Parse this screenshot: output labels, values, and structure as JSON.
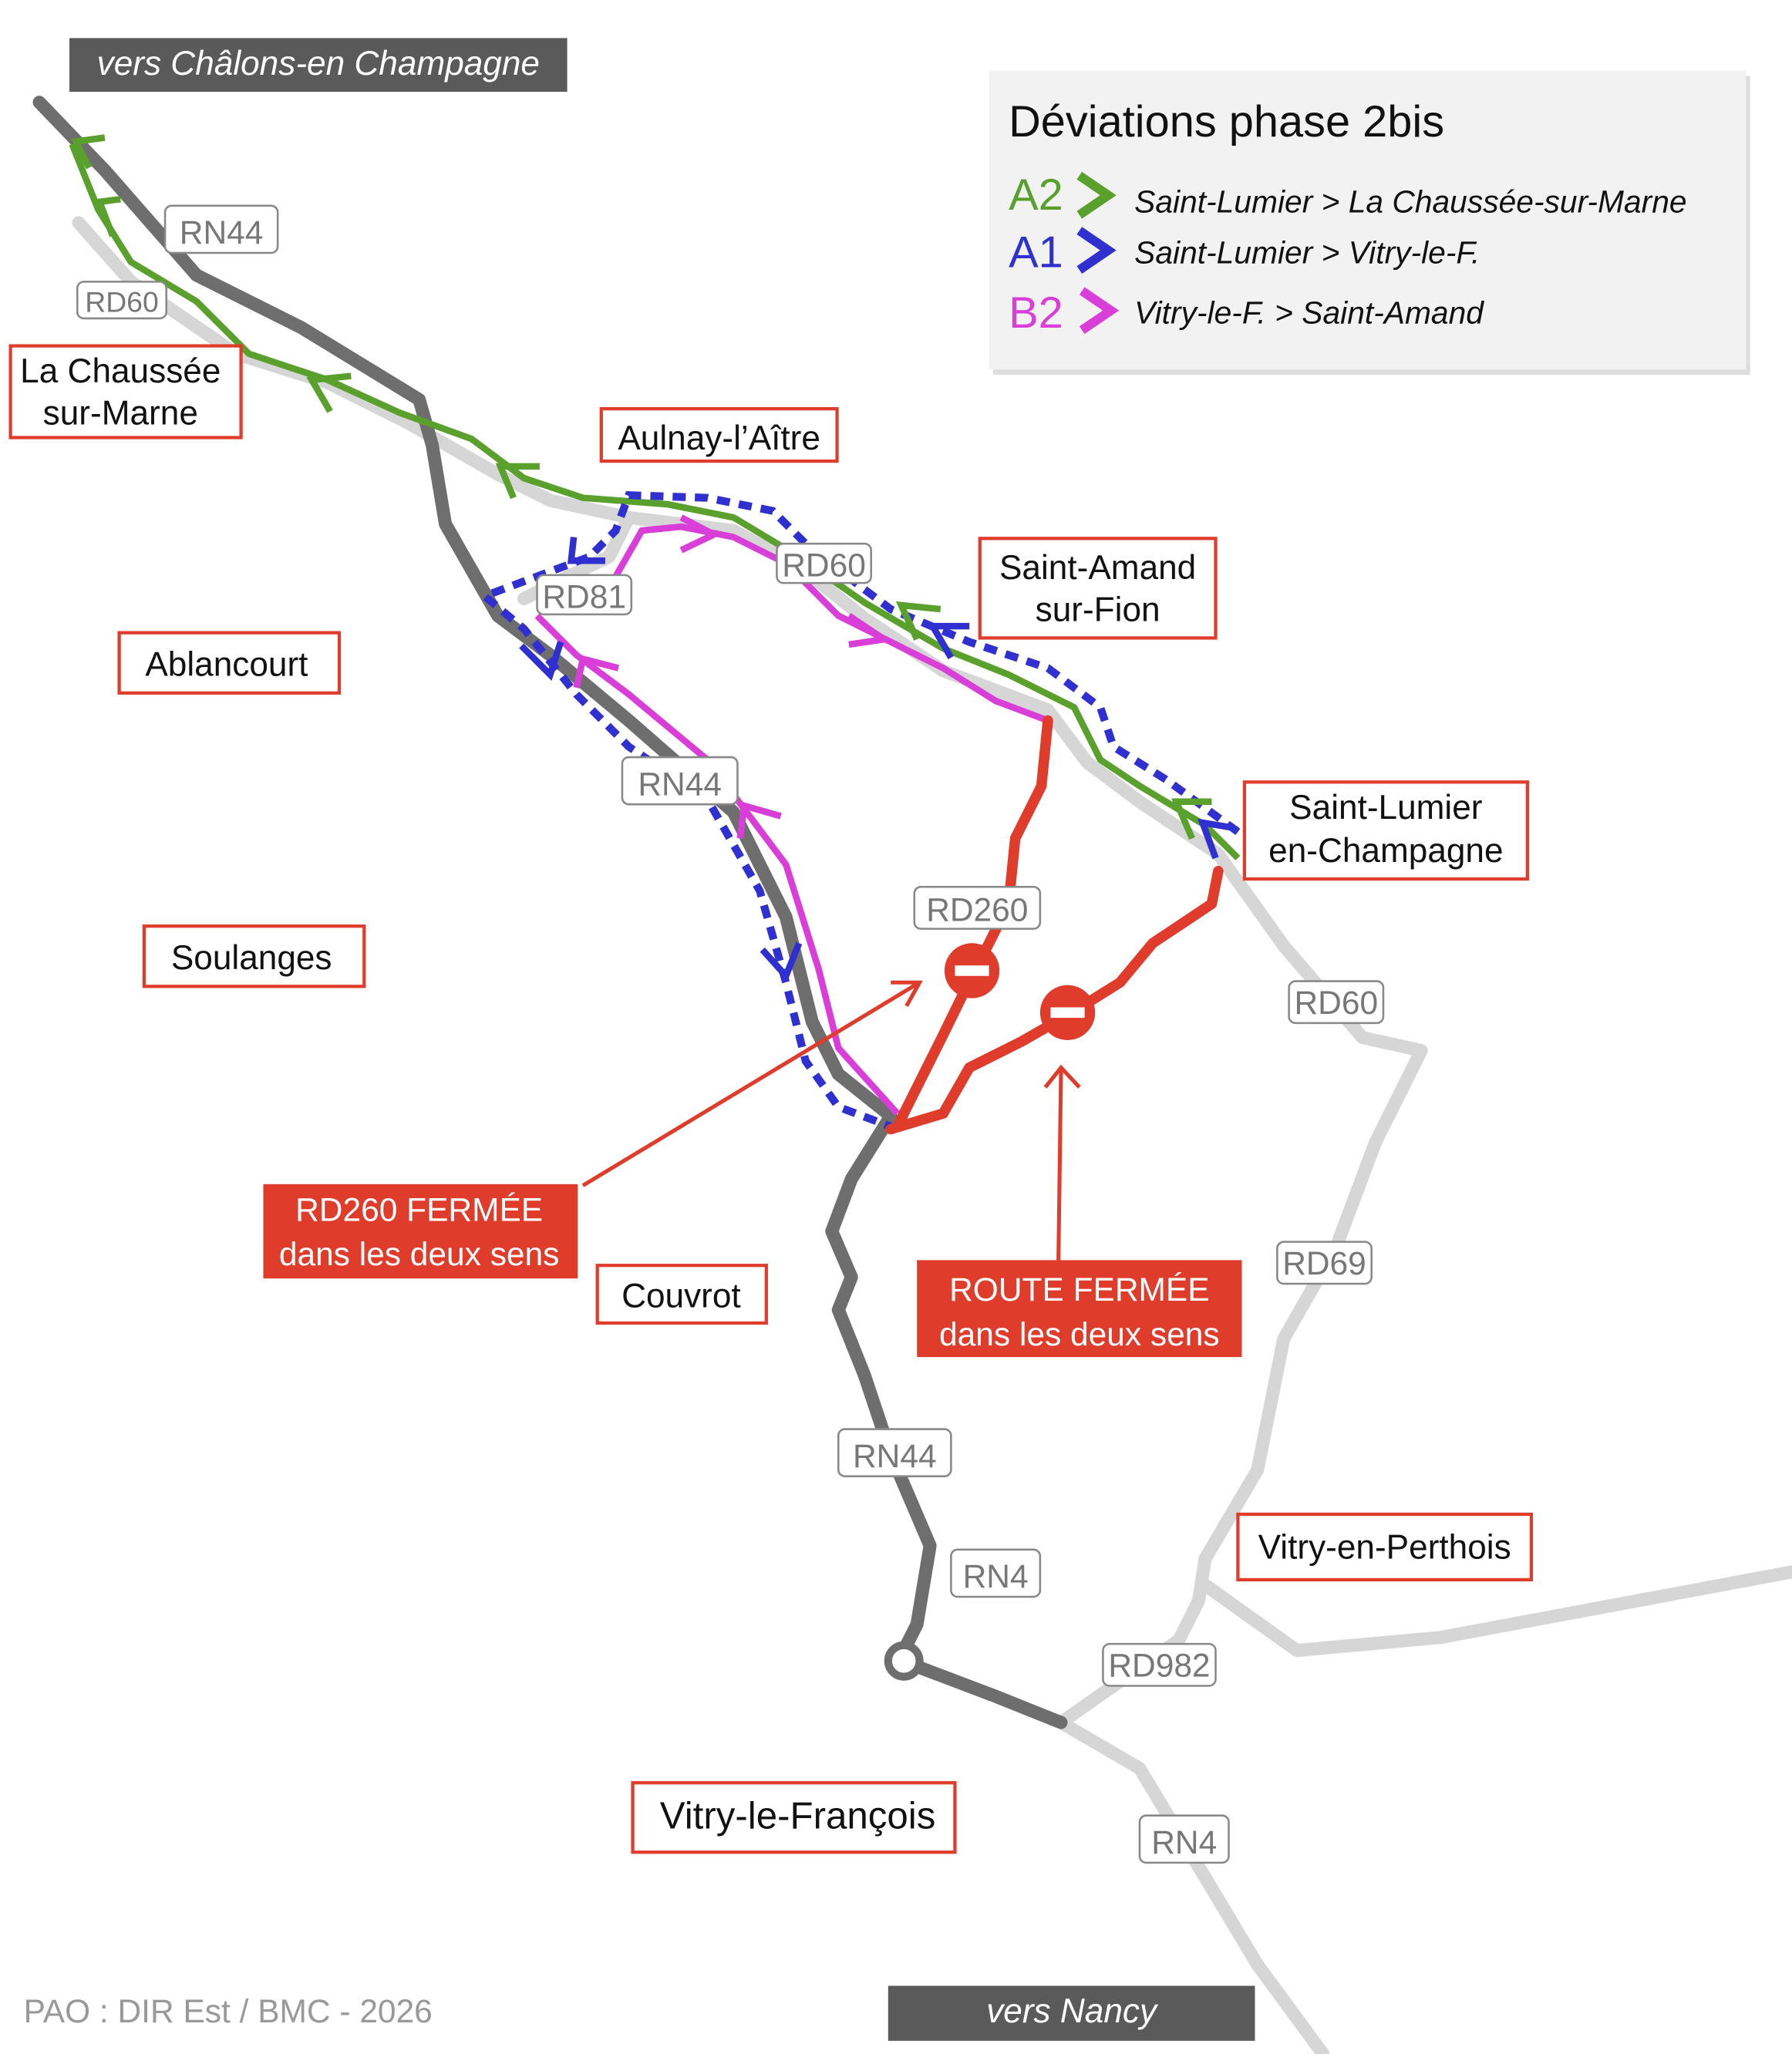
{
  "directions": {
    "north": "vers Châlons-en Champagne",
    "south": "vers Nancy"
  },
  "legend": {
    "title": "Déviations phase 2bis",
    "items": [
      {
        "code": "A2",
        "route": "Saint-Lumier > La Chaussée-sur-Marne",
        "color": "#5aa02c"
      },
      {
        "code": "A1",
        "route": "Saint-Lumier > Vitry-le-F.",
        "color": "#3030d0"
      },
      {
        "code": "B2",
        "route": "Vitry-le-F. > Saint-Amand",
        "color": "#d93ed9"
      }
    ]
  },
  "towns": {
    "la_chaussee": [
      "La Chaussée",
      "sur-Marne"
    ],
    "aulnay": "Aulnay-l’Aître",
    "saint_amand": [
      "Saint-Amand",
      "sur-Fion"
    ],
    "ablancourt": "Ablancourt",
    "saint_lumier": [
      "Saint-Lumier",
      "en-Champagne"
    ],
    "soulanges": "Soulanges",
    "couvrot": "Couvrot",
    "vitry_perthois": "Vitry-en-Perthois",
    "vitry_francois": "Vitry-le-François"
  },
  "roads": {
    "rn44_a": "RN44",
    "rd60_a": "RD60",
    "rd60_b": "RD60",
    "rd81": "RD81",
    "rn44_b": "RN44",
    "rd260": "RD260",
    "rd60_c": "RD60",
    "rd69": "RD69",
    "rn44_c": "RN44",
    "rn4_a": "RN4",
    "rd982": "RD982",
    "rn4_b": "RN4"
  },
  "closures": {
    "rd260": [
      "RD260 FERMÉE",
      "dans les deux sens"
    ],
    "route": [
      "ROUTE FERMÉE",
      "dans les deux sens"
    ]
  },
  "credit": "PAO : DIR Est / BMC - 2026"
}
